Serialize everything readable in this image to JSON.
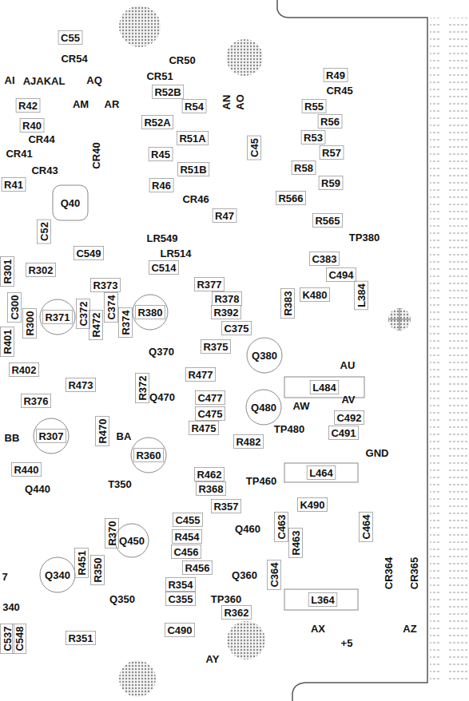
{
  "diagram": {
    "labels": [
      "C55",
      "CR54",
      "CR50",
      "AI",
      "AJAKAL",
      "AQ",
      "CR51",
      "R49",
      "CR45",
      "R52B",
      "R42",
      "AM",
      "AR",
      "R54",
      "AN",
      "AO",
      "R55",
      "R52A",
      "R56",
      "R40",
      "CR44",
      "R51A",
      "R53",
      "C45",
      "CR41",
      "CR40",
      "R45",
      "R57",
      "CR43",
      "R51B",
      "R58",
      "R41",
      "R46",
      "R59",
      "CR46",
      "R566",
      "Q40",
      "R47",
      "R565",
      "C52",
      "LR549",
      "TP380",
      "R301",
      "C549",
      "LR514",
      "C383",
      "R302",
      "C514",
      "C494",
      "R373",
      "R377",
      "R383",
      "K480",
      "L384",
      "C300",
      "R371",
      "C372",
      "C374",
      "R378",
      "R380",
      "R392",
      "C375",
      "R472",
      "R374",
      "R300",
      "R401",
      "R375",
      "Q370",
      "Q380",
      "R402",
      "AU",
      "R477",
      "R473",
      "R372",
      "L484",
      "Q470",
      "C477",
      "AV",
      "R376",
      "Q480",
      "AW",
      "C475",
      "C492",
      "R470",
      "R475",
      "TP480",
      "C491",
      "BB",
      "R307",
      "BA",
      "R482",
      "GND",
      "R360",
      "R440",
      "R462",
      "L464",
      "TP460",
      "T350",
      "Q440",
      "R368",
      "K490",
      "R357",
      "C463",
      "R463",
      "C464",
      "C455",
      "Q460",
      "R370",
      "Q450",
      "R454",
      "C456",
      "R451",
      "R350",
      "R456",
      "CR364",
      "CR365",
      "C364",
      "Q340",
      "Q360",
      "R354",
      "L364",
      "Q350",
      "C355",
      "TP360",
      "R362",
      "7",
      "340",
      "C490",
      "AX",
      "AZ",
      "+5",
      "R351",
      "C537",
      "C548",
      "AY"
    ]
  }
}
